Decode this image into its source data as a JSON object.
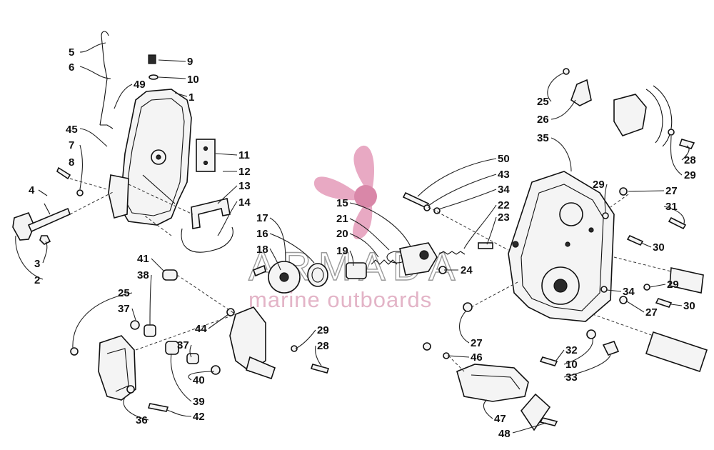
{
  "watermark": {
    "title": "ARMADA",
    "subtitle": "marine outboards",
    "logo_color": "#e8a9c3",
    "text_color": "#9a9a9a"
  },
  "callouts": [
    {
      "id": "c5",
      "label": "5"
    },
    {
      "id": "c6",
      "label": "6"
    },
    {
      "id": "c9",
      "label": "9"
    },
    {
      "id": "c10a",
      "label": "10"
    },
    {
      "id": "c49",
      "label": "49"
    },
    {
      "id": "c1",
      "label": "1"
    },
    {
      "id": "c45",
      "label": "45"
    },
    {
      "id": "c7",
      "label": "7"
    },
    {
      "id": "c8",
      "label": "8"
    },
    {
      "id": "c11",
      "label": "11"
    },
    {
      "id": "c12",
      "label": "12"
    },
    {
      "id": "c4",
      "label": "4"
    },
    {
      "id": "c13",
      "label": "13"
    },
    {
      "id": "c14",
      "label": "14"
    },
    {
      "id": "c3",
      "label": "3"
    },
    {
      "id": "c2",
      "label": "2"
    },
    {
      "id": "c17",
      "label": "17"
    },
    {
      "id": "c16",
      "label": "16"
    },
    {
      "id": "c18",
      "label": "18"
    },
    {
      "id": "c15",
      "label": "15"
    },
    {
      "id": "c21",
      "label": "21"
    },
    {
      "id": "c20",
      "label": "20"
    },
    {
      "id": "c19",
      "label": "19"
    },
    {
      "id": "c24",
      "label": "24"
    },
    {
      "id": "c50",
      "label": "50"
    },
    {
      "id": "c43",
      "label": "43"
    },
    {
      "id": "c34a",
      "label": "34"
    },
    {
      "id": "c22",
      "label": "22"
    },
    {
      "id": "c23",
      "label": "23"
    },
    {
      "id": "c25a",
      "label": "25"
    },
    {
      "id": "c26",
      "label": "26"
    },
    {
      "id": "c35",
      "label": "35"
    },
    {
      "id": "c28a",
      "label": "28"
    },
    {
      "id": "c29a",
      "label": "29"
    },
    {
      "id": "c29b",
      "label": "29"
    },
    {
      "id": "c27a",
      "label": "27"
    },
    {
      "id": "c31",
      "label": "31"
    },
    {
      "id": "c30a",
      "label": "30"
    },
    {
      "id": "c34b",
      "label": "34"
    },
    {
      "id": "c29c",
      "label": "29"
    },
    {
      "id": "c27b",
      "label": "27"
    },
    {
      "id": "c30b",
      "label": "30"
    },
    {
      "id": "c41",
      "label": "41"
    },
    {
      "id": "c38",
      "label": "38"
    },
    {
      "id": "c25b",
      "label": "25"
    },
    {
      "id": "c37a",
      "label": "37"
    },
    {
      "id": "c44",
      "label": "44"
    },
    {
      "id": "c29d",
      "label": "29"
    },
    {
      "id": "c28b",
      "label": "28"
    },
    {
      "id": "c37b",
      "label": "37"
    },
    {
      "id": "c40",
      "label": "40"
    },
    {
      "id": "c39",
      "label": "39"
    },
    {
      "id": "c36",
      "label": "36"
    },
    {
      "id": "c42",
      "label": "42"
    },
    {
      "id": "c27c",
      "label": "27"
    },
    {
      "id": "c46",
      "label": "46"
    },
    {
      "id": "c32",
      "label": "32"
    },
    {
      "id": "c10b",
      "label": "10"
    },
    {
      "id": "c33",
      "label": "33"
    },
    {
      "id": "c47",
      "label": "47"
    },
    {
      "id": "c48",
      "label": "48"
    }
  ]
}
